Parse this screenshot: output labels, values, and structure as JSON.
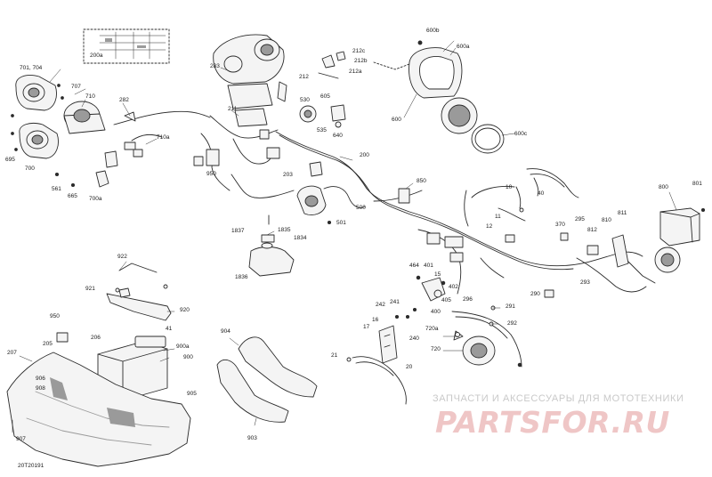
{
  "doc_number": "20T20191",
  "watermark": {
    "tagline": "ЗАПЧАСТИ И АКСЕССУАРЫ ДЛЯ МОТОТЕХНИКИ",
    "logo": "PARTSFOR.RU"
  },
  "colors": {
    "line": "#2b2b2b",
    "fill": "#f4f4f4",
    "shade": "#9a9a9a",
    "watermark_red": "#efc6c6",
    "watermark_grey": "#c9c9c9"
  },
  "callouts": {
    "c200a": "200a",
    "c283": "283",
    "c212": "212",
    "c212c": "212c",
    "c212b": "212b",
    "c212a": "212a",
    "c600b": "600b",
    "c600a": "600a",
    "c600": "600",
    "c600c": "600c",
    "c701_704": "701, 704",
    "c707": "707",
    "c710": "710",
    "c282": "282",
    "c211": "211",
    "c530": "530",
    "c605": "605",
    "c535": "535",
    "c640": "640",
    "c710a": "710a",
    "c695": "695",
    "c700": "700",
    "c561": "561",
    "c665": "665",
    "c700a": "700a",
    "c950": "950",
    "c203": "203",
    "c200": "200",
    "c850": "850",
    "c10": "10",
    "c40": "40",
    "c800": "800",
    "c801": "801",
    "c500": "500",
    "c501": "501",
    "c11": "11",
    "c12": "12",
    "c370": "370",
    "c295": "295",
    "c810": "810",
    "c811": "811",
    "c812": "812",
    "c1837": "1837",
    "c1835": "1835",
    "c1834": "1834",
    "c1836": "1836",
    "c922": "922",
    "c921": "921",
    "c920": "920",
    "c464": "464",
    "c401": "401",
    "c15": "15",
    "c402": "402",
    "c405": "405",
    "c400": "400",
    "c293": "293",
    "c290": "290",
    "c296": "296",
    "c291": "291",
    "c292": "292",
    "c242": "242",
    "c241": "241",
    "c16": "16",
    "c17": "17",
    "c240": "240",
    "c720a": "720a",
    "c720": "720",
    "c21": "21",
    "c20": "20",
    "c950b": "950",
    "c205": "205",
    "c206": "206",
    "c41": "41",
    "c900a": "900a",
    "c900": "900",
    "c904": "904",
    "c207": "207",
    "c906": "906",
    "c908": "908",
    "c905": "905",
    "c907": "907",
    "c903": "903"
  }
}
